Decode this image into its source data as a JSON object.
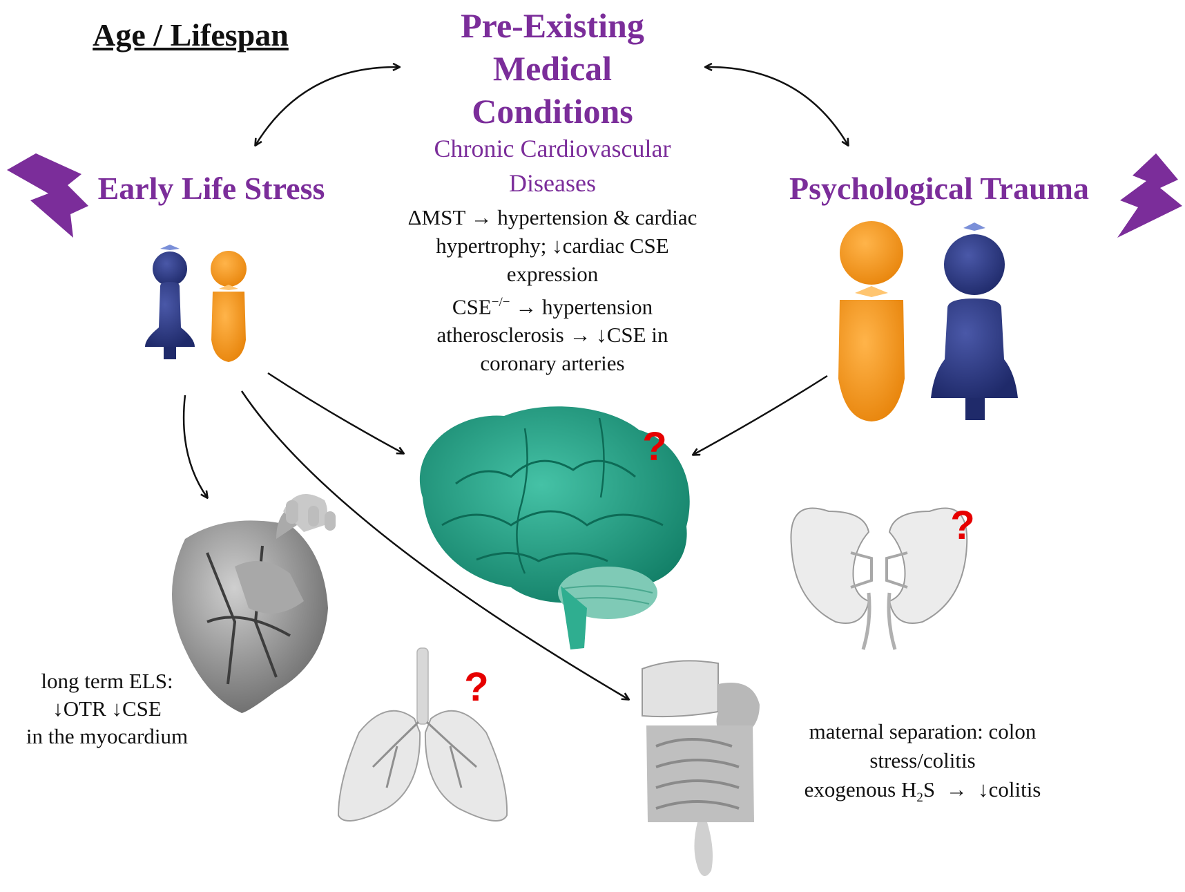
{
  "age_lifespan": "Age / Lifespan",
  "pre_existing": {
    "line1": "Pre-Existing",
    "line2": "Medical",
    "line3": "Conditions",
    "subtitle1": "Chronic Cardiovascular",
    "subtitle2": "Diseases",
    "mst_line1": "ΔMST → hypertension & cardiac",
    "mst_line2": "hypertrophy; ↓cardiac CSE",
    "mst_line3": "expression",
    "cse_main": "CSE",
    "cse_sup": "−/−",
    "cse_rest": " → hypertension",
    "ath_line1": "atherosclerosis → ↓CSE in",
    "ath_line2": "coronary arteries"
  },
  "early_life_stress": "Early Life Stress",
  "psychological_trauma": "Psychological Trauma",
  "heart_note": {
    "line1": "long term ELS:",
    "line2": "↓OTR ↓CSE",
    "line3": "in the myocardium"
  },
  "gut_note": {
    "line1": "maternal separation: colon",
    "line2": "stress/colitis",
    "line3_a": "exogenous H",
    "line3_sub": "2",
    "line3_b": "S  →  ↓colitis"
  },
  "unknown_mark": "?",
  "colors": {
    "purple": "#7b2d9a",
    "navy": "#2b3a86",
    "orange": "#f39a1e",
    "brain": "#1f9e84",
    "question": "#e60000"
  }
}
